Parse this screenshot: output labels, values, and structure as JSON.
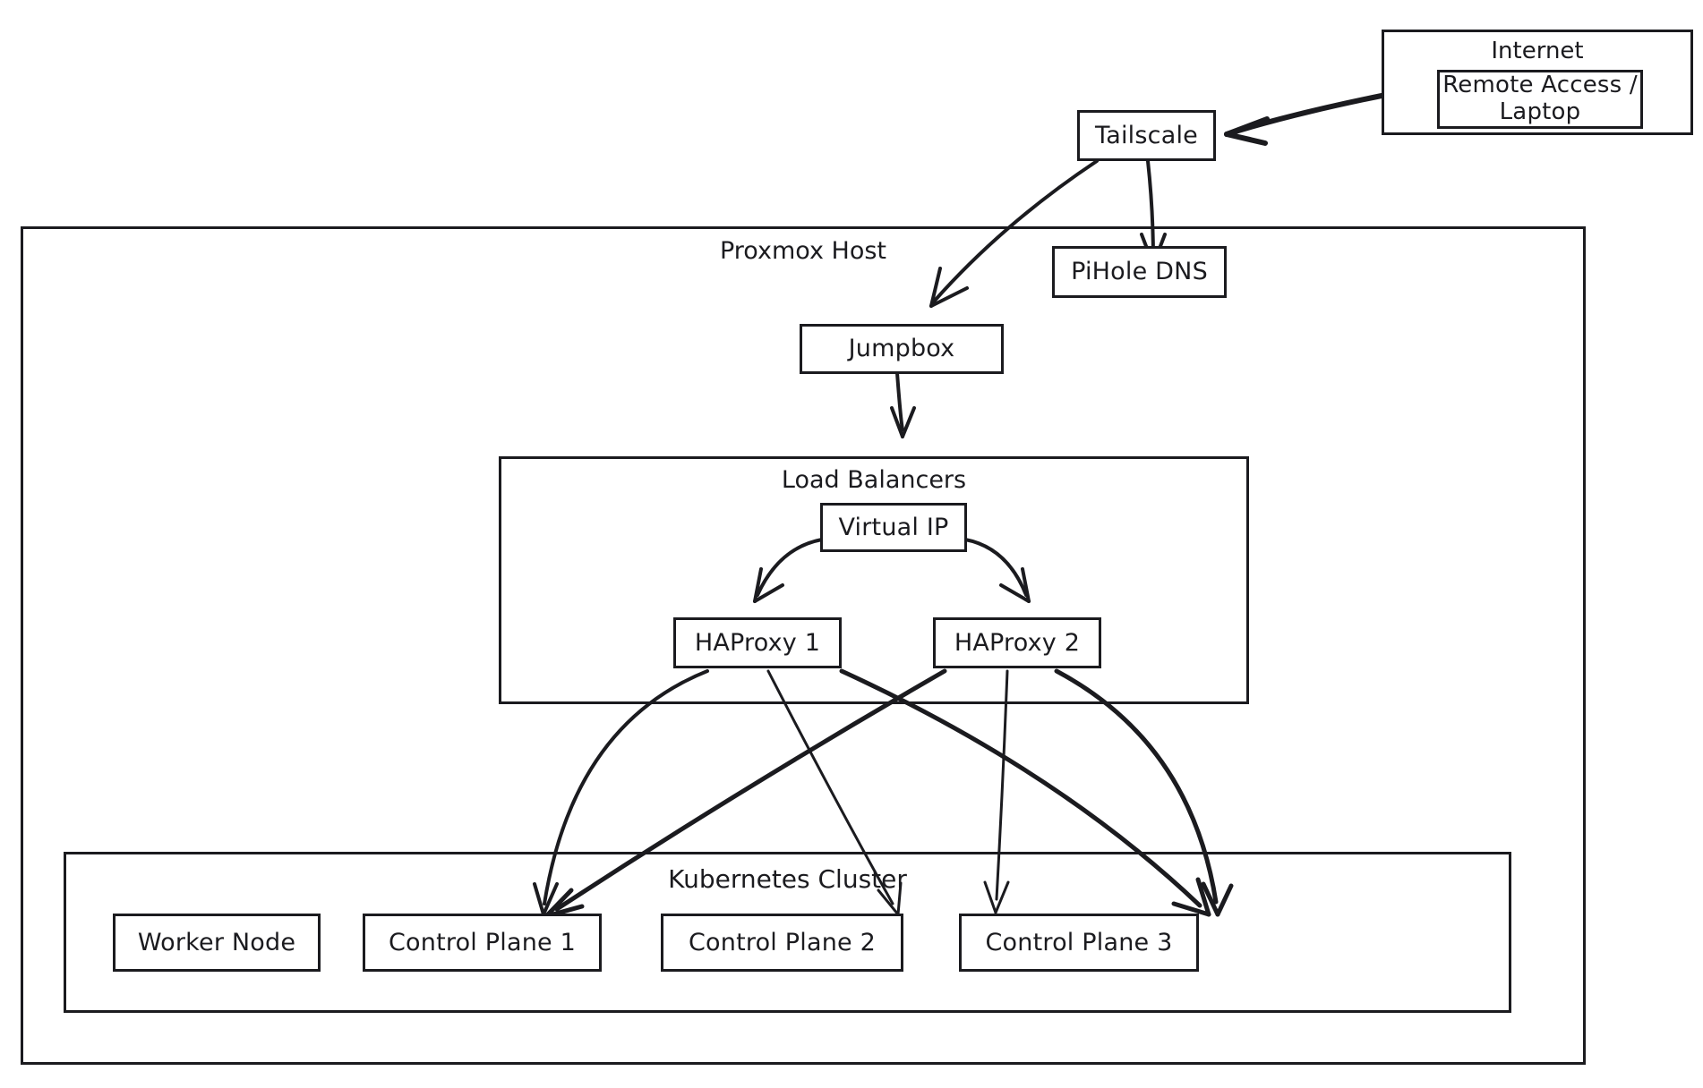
{
  "diagram": {
    "title": "Homelab Proxmox / Kubernetes HA architecture",
    "style": "hand-drawn",
    "stroke_color": "#1b1b1f",
    "background_color": "#ffffff"
  },
  "groups": {
    "internet": {
      "label": "Internet"
    },
    "proxmox": {
      "label": "Proxmox Host"
    },
    "load_balancers": {
      "label": "Load Balancers"
    },
    "kubernetes": {
      "label": "Kubernetes Cluster"
    }
  },
  "nodes": {
    "remote_access": {
      "label": "Remote Access /\nLaptop"
    },
    "tailscale": {
      "label": "Tailscale"
    },
    "pihole": {
      "label": "PiHole DNS"
    },
    "jumpbox": {
      "label": "Jumpbox"
    },
    "virtual_ip": {
      "label": "Virtual IP"
    },
    "haproxy1": {
      "label": "HAProxy 1"
    },
    "haproxy2": {
      "label": "HAProxy 2"
    },
    "worker_node": {
      "label": "Worker Node"
    },
    "control_plane_1": {
      "label": "Control Plane 1"
    },
    "control_plane_2": {
      "label": "Control Plane 2"
    },
    "control_plane_3": {
      "label": "Control Plane 3"
    }
  },
  "edges": [
    {
      "from": "remote_access",
      "to": "tailscale"
    },
    {
      "from": "tailscale",
      "to": "pihole"
    },
    {
      "from": "tailscale",
      "to": "jumpbox"
    },
    {
      "from": "jumpbox",
      "to": "virtual_ip"
    },
    {
      "from": "virtual_ip",
      "to": "haproxy1"
    },
    {
      "from": "virtual_ip",
      "to": "haproxy2"
    },
    {
      "from": "haproxy1",
      "to": "control_plane_1"
    },
    {
      "from": "haproxy1",
      "to": "control_plane_2"
    },
    {
      "from": "haproxy1",
      "to": "control_plane_3"
    },
    {
      "from": "haproxy2",
      "to": "control_plane_1"
    },
    {
      "from": "haproxy2",
      "to": "control_plane_2"
    },
    {
      "from": "haproxy2",
      "to": "control_plane_3"
    }
  ]
}
